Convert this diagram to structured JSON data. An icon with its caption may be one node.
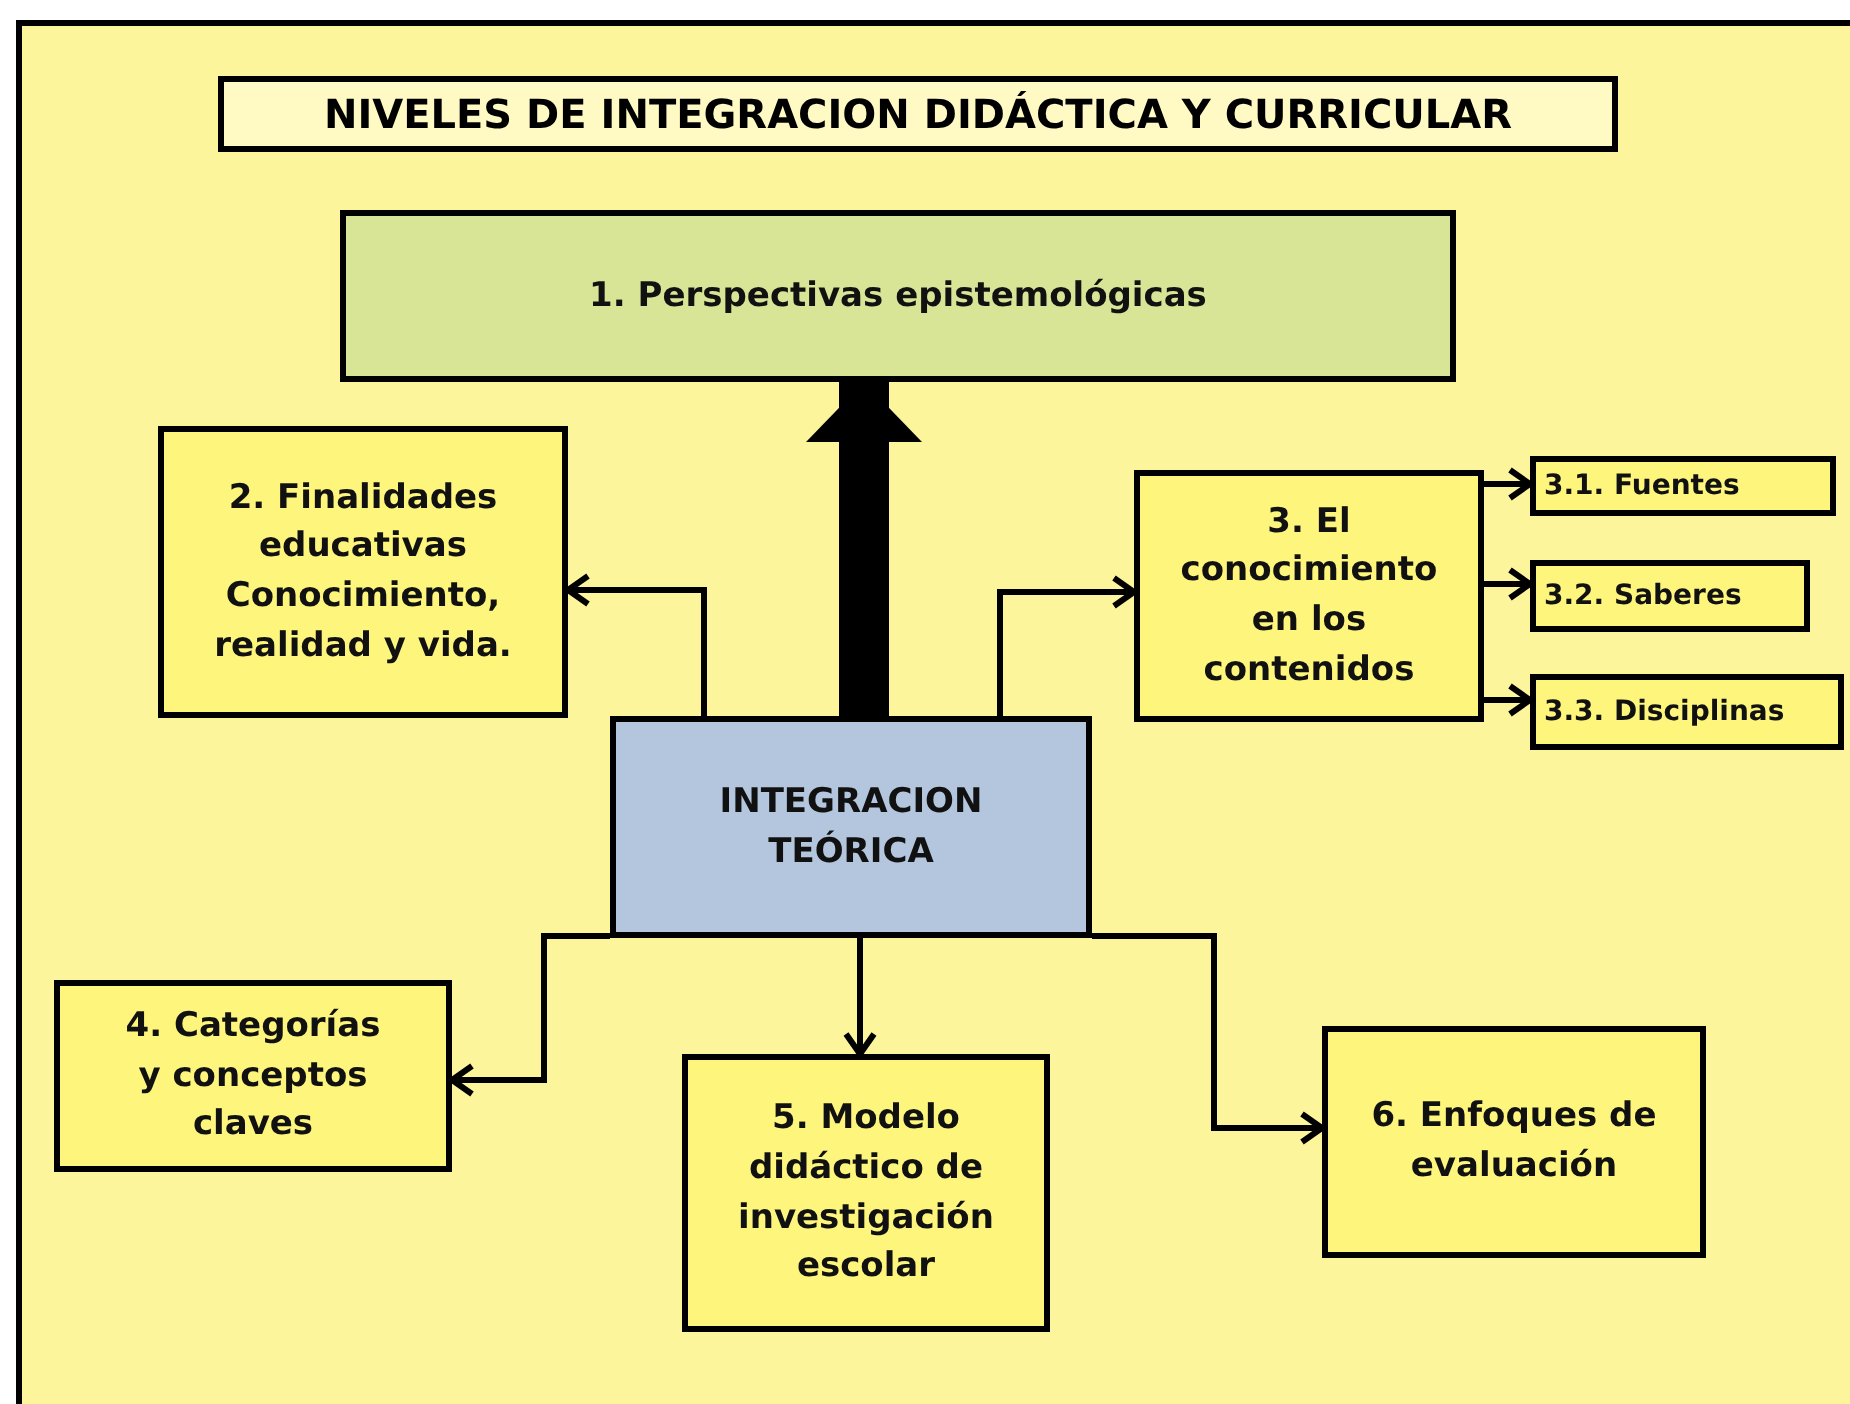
{
  "diagram": {
    "title": "NIVELES DE INTEGRACION DIDÁCTICA Y CURRICULAR",
    "nodes": [
      {
        "text": [
          "1. Perspectivas epistemológicas"
        ]
      },
      {
        "text": [
          "2. Finalidades educativas Conocimiento, realidad y vida."
        ]
      },
      {
        "text": [
          "3. El conocimiento en los contenidos"
        ]
      },
      {
        "text": [
          "3.1. Fuentes"
        ]
      },
      {
        "text": [
          "3.2. Saberes"
        ]
      },
      {
        "text": [
          "3.3. Disciplinas"
        ]
      },
      {
        "text": [
          "INTEGRACION TEÓRICA"
        ]
      },
      {
        "text": [
          "4. Categorías y conceptos claves"
        ]
      },
      {
        "text": [
          "5. Modelo didáctico de investigación escolar"
        ]
      },
      {
        "text": [
          "6. Enfoques de evaluación"
        ]
      }
    ],
    "edges": [
      {
        "from": 6,
        "to": 0,
        "arrow": "to",
        "style": "thick"
      },
      {
        "from": 6,
        "to": 1,
        "arrow": "to"
      },
      {
        "from": 6,
        "to": 2,
        "arrow": "to"
      },
      {
        "from": 2,
        "to": 3,
        "arrow": "to"
      },
      {
        "from": 2,
        "to": 4,
        "arrow": "to"
      },
      {
        "from": 2,
        "to": 5,
        "arrow": "to"
      },
      {
        "from": 6,
        "to": 7,
        "arrow": "to"
      },
      {
        "from": 6,
        "to": 8,
        "arrow": "to"
      },
      {
        "from": 6,
        "to": 9,
        "arrow": "to"
      }
    ]
  }
}
